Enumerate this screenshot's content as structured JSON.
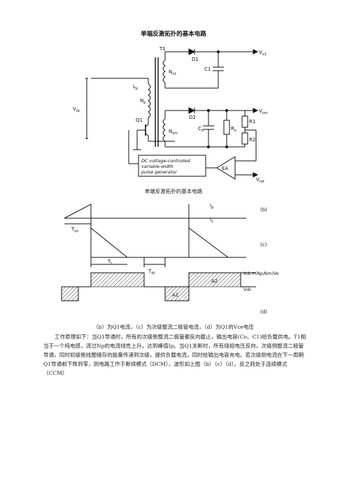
{
  "title": "单端反激拓扑的基本电路",
  "figure1": {
    "caption": "单端反激拓扑的基本电路",
    "labels": {
      "t1": "T1",
      "d1": "D1",
      "vo1": "V",
      "vo1_sub": "o1",
      "ns1": "N",
      "ns1_sub": "s1",
      "c1": "C1",
      "lp": "L",
      "lp_sub": "p",
      "np": "N",
      "np_sub": "p",
      "vdc": "V",
      "vdc_sub": "dc",
      "d2": "D2",
      "vom": "V",
      "vom_sub": "om",
      "q1": "Q1",
      "nsm": "N",
      "nsm_sub": "sm",
      "co": "C",
      "co_sub": "o",
      "ro": "R",
      "ro_sub": "o",
      "r1": "R1",
      "r2": "R2",
      "box_line1": "DC voltage-controlled",
      "box_line2": "variable-width",
      "box_line3": "pulse generator",
      "ea": "EA",
      "vref": "V",
      "vref_sub": "ref"
    }
  },
  "figure2": {
    "caption": "（b）为Q1电流，（c）为次级整流二极管电流，（d）为Q1的Vce电压",
    "labels": {
      "ip": "I",
      "ip_sub": "p",
      "is": "I",
      "is_sub": "s",
      "b": "(b)",
      "c": "(c)",
      "d": "(d)",
      "ton": "T",
      "ton_sub": "on",
      "tr": "T",
      "tr_sub": "r",
      "tdt": "T",
      "tdt_sub": "dt",
      "vpeak": "Vdc+(Np/Nm)Vo",
      "vdc": "Vdc",
      "a1": "A1",
      "a2": "A2"
    }
  },
  "body_text": "工作原理如下：当Q1导通时，所有的次级侧整流二极管都反向截止，输出电容(Co、C1)给负载供电。T1相当于一个纯电感，流过Np的电流线性上升，达到峰值Ip。当Q1关断时，所有绕组电压反向，次级侧整流二极管导通，同时初级侧线圈储存的能量传递到次级，提供负载电流，同时给输出电容充电。若次级侧电流在下一周期Q1导通前下降到零，则电路工作于断续模式（DCM），波形如上图（b）（c）（d）。反之则处于连续模式（CCM）"
}
